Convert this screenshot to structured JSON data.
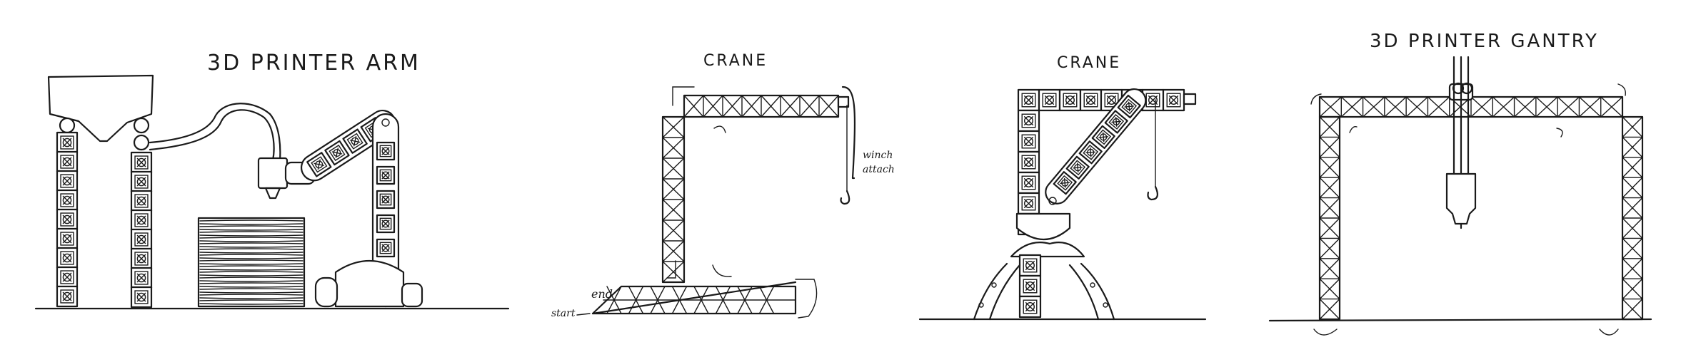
{
  "panels": [
    {
      "id": "printer-arm",
      "title": "3D PRINTER ARM"
    },
    {
      "id": "crane-1",
      "title": "CRANE",
      "annotations": {
        "end": "end",
        "start": "start",
        "winch": "winch",
        "attach": "attach"
      }
    },
    {
      "id": "crane-2",
      "title": "CRANE"
    },
    {
      "id": "printer-gantry",
      "title": "3D PRINTER GANTRY"
    }
  ],
  "colors": {
    "ink": "#1a1a1a",
    "paper": "#ffffff"
  }
}
